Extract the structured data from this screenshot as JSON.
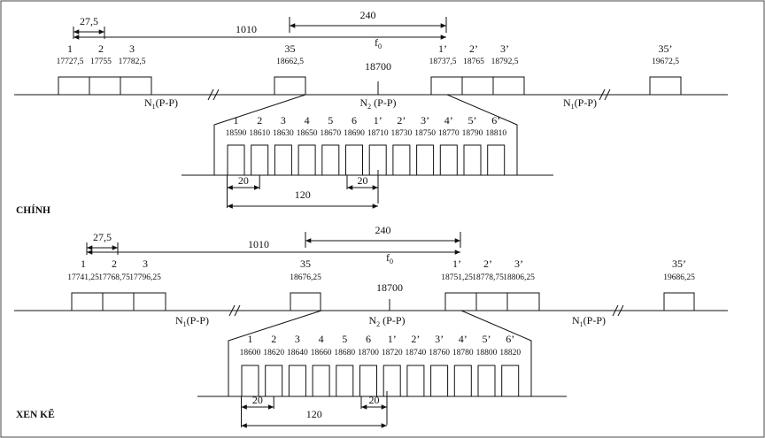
{
  "diagrams": [
    {
      "label": "CHÍNH",
      "dim_small": "27,5",
      "dim_mid": "240",
      "dim_wide": "1010",
      "f0": "f",
      "f0_sub": "0",
      "center_freq": "18700",
      "n1_left": "N",
      "n1_sub": "1",
      "n1_tail": "(P-P)",
      "n2": "N",
      "n2_sub": "2",
      "n2_tail": " (P-P)",
      "n1_right": "N",
      "n1r_sub": "1",
      "n1r_tail": "(P-P)",
      "upper_channels": [
        {
          "num": "1",
          "freq": "17727,5"
        },
        {
          "num": "2",
          "freq": "17755"
        },
        {
          "num": "3",
          "freq": "17782,5"
        },
        {
          "num": "35",
          "freq": "18662,5"
        },
        {
          "num": "1’",
          "freq": "18737,5"
        },
        {
          "num": "2’",
          "freq": "18765"
        },
        {
          "num": "3’",
          "freq": "18792,5"
        },
        {
          "num": "35’",
          "freq": "19672,5"
        }
      ],
      "zoom_channels": [
        {
          "num": "1",
          "freq": "18590"
        },
        {
          "num": "2",
          "freq": "18610"
        },
        {
          "num": "3",
          "freq": "18630"
        },
        {
          "num": "4",
          "freq": "18650"
        },
        {
          "num": "5",
          "freq": "18670"
        },
        {
          "num": "6",
          "freq": "18690"
        },
        {
          "num": "1’",
          "freq": "18710"
        },
        {
          "num": "2’",
          "freq": "18730"
        },
        {
          "num": "3’",
          "freq": "18750"
        },
        {
          "num": "4’",
          "freq": "18770"
        },
        {
          "num": "5’",
          "freq": "18790"
        },
        {
          "num": "6’",
          "freq": "18810"
        }
      ],
      "zoom_dim_left": "20",
      "zoom_dim_mid": "120",
      "zoom_dim_right": "20"
    },
    {
      "label": "XEN KẼ",
      "dim_small": "27,5",
      "dim_mid": "240",
      "dim_wide": "1010",
      "f0": "f",
      "f0_sub": "0",
      "center_freq": "18700",
      "n1_left": "N",
      "n1_sub": "1",
      "n1_tail": "(P-P)",
      "n2": "N",
      "n2_sub": "2",
      "n2_tail": " (P-P)",
      "n1_right": "N",
      "n1r_sub": "1",
      "n1r_tail": "(P-P)",
      "upper_channels": [
        {
          "num": "1",
          "freq": "17741,25"
        },
        {
          "num": "2",
          "freq": "17768,75"
        },
        {
          "num": "3",
          "freq": "17796,25"
        },
        {
          "num": "35",
          "freq": "18676,25"
        },
        {
          "num": "1’",
          "freq": "18751,25"
        },
        {
          "num": "2’",
          "freq": "18778,75"
        },
        {
          "num": "3’",
          "freq": "18806,25"
        },
        {
          "num": "35’",
          "freq": "19686,25"
        }
      ],
      "zoom_channels": [
        {
          "num": "1",
          "freq": "18600"
        },
        {
          "num": "2",
          "freq": "18620"
        },
        {
          "num": "3",
          "freq": "18640"
        },
        {
          "num": "4",
          "freq": "18660"
        },
        {
          "num": "5",
          "freq": "18680"
        },
        {
          "num": "6",
          "freq": "18700"
        },
        {
          "num": "1’",
          "freq": "18720"
        },
        {
          "num": "2’",
          "freq": "18740"
        },
        {
          "num": "3’",
          "freq": "18760"
        },
        {
          "num": "4’",
          "freq": "18780"
        },
        {
          "num": "5’",
          "freq": "18800"
        },
        {
          "num": "6’",
          "freq": "18820"
        }
      ],
      "zoom_dim_left": "20",
      "zoom_dim_mid": "120",
      "zoom_dim_right": "20"
    }
  ]
}
